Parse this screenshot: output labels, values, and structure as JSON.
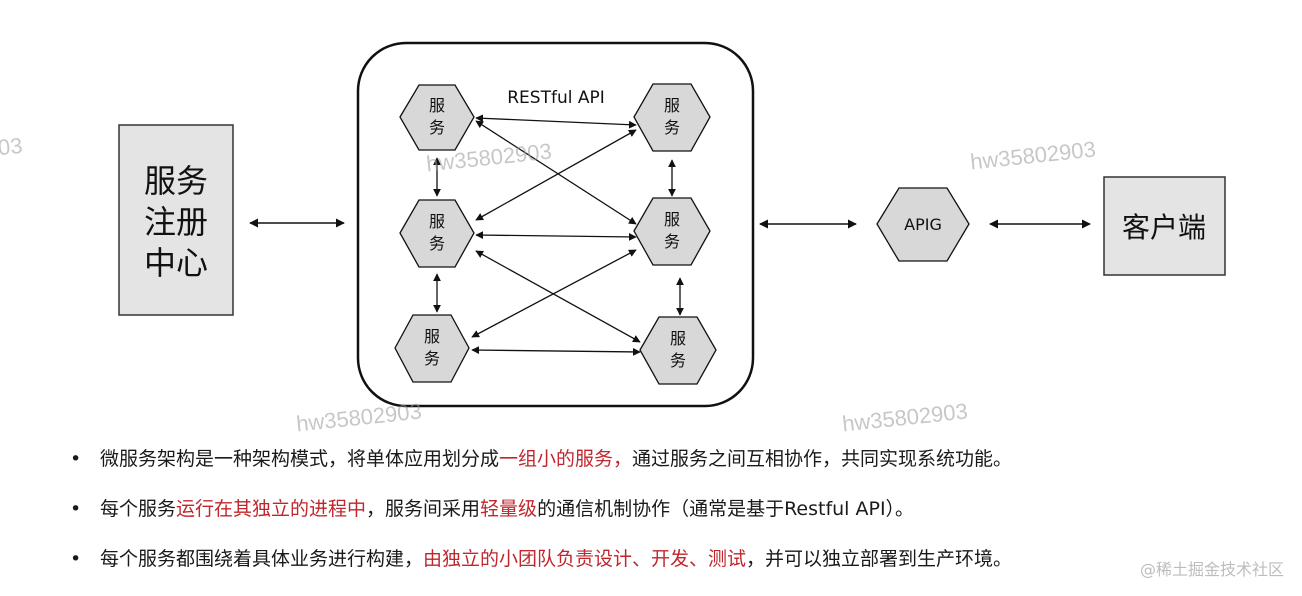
{
  "diagram": {
    "registry_lines": [
      "服务",
      "注册",
      "中心"
    ],
    "service_lines": [
      "服",
      "务"
    ],
    "restful_label": "RESTful API",
    "gateway_label": "APIG",
    "client_label": "客户端"
  },
  "bullets": [
    {
      "marker": "•",
      "parts": [
        {
          "text": "微服务架构是一种架构模式，将单体应用划分成",
          "highlight": false
        },
        {
          "text": "一组小的服务，",
          "highlight": true
        },
        {
          "text": "通过服务之间互相协作，共同实现系统功能。",
          "highlight": false
        }
      ]
    },
    {
      "marker": "•",
      "parts": [
        {
          "text": "每个服务",
          "highlight": false
        },
        {
          "text": "运行在其独立的进程中",
          "highlight": true
        },
        {
          "text": "，服务间采用",
          "highlight": false
        },
        {
          "text": "轻量级",
          "highlight": true
        },
        {
          "text": "的通信机制协作（通常是基于Restful API）。",
          "highlight": false
        }
      ]
    },
    {
      "marker": "•",
      "parts": [
        {
          "text": "每个服务都围绕着具体业务进行构建，",
          "highlight": false
        },
        {
          "text": "由独立的小团队负责设计、开发、测试",
          "highlight": true
        },
        {
          "text": "，并可以独立部署到生产环境。",
          "highlight": false
        }
      ]
    }
  ],
  "watermarks": [
    "03",
    "hw35802903",
    "hw35802903",
    "hw35802903",
    "hw35802903"
  ],
  "footer_mark": "@稀土掘金技术社区",
  "colors": {
    "highlight": "#c0272d",
    "box_fill": "#e4e4e4",
    "hex_fill": "#d8d8d8"
  }
}
